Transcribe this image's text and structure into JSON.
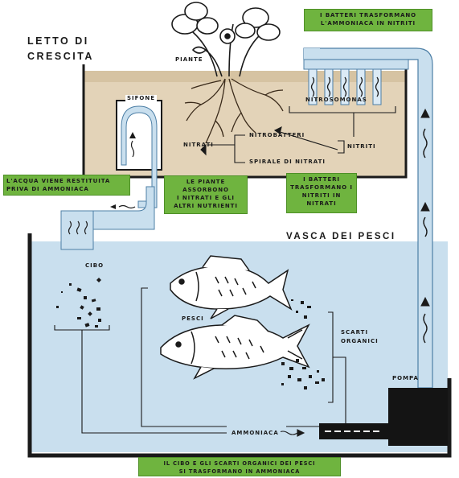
{
  "labels": {
    "grow_bed": "LETTO DI\nCRESCITA",
    "plants": "PIANTE",
    "siphon": "SIFONE",
    "nitrosomonas": "NITROSOMONAS",
    "nitrobacter": "NITROBATTERI",
    "nitrates": "NITRATI",
    "nitrites": "NITRITI",
    "nitrate_spiral": "SPIRALE DI NITRATI",
    "fish_tank": "VASCA DEI PESCI",
    "food": "CIBO",
    "fish": "PESCI",
    "organic_waste": "SCARTI\nORGANICI",
    "pump": "POMPA",
    "ammonia": "AMMONIACA"
  },
  "callouts": {
    "bacteria_nitrites": "I BATTERI TRASFORMANO\nL'AMMONIACA IN NITRITI",
    "water_returned": "L'ACQUA VIENE RESTITUITA\nPRIVA DI AMMONIACA",
    "plants_absorb": "LE PIANTE\nASSORBONO\nI NITRATI E GLI\nALTRI NUTRIENTI",
    "bacteria_nitrates": "I BATTERI\nTRASFORMANO I\nNITRITI IN\nNITRATI",
    "food_waste_ammonia": "IL CIBO E GLI SCARTI ORGANICI DEI PESCI\nSI TRASFORMANO IN AMMONIACA"
  },
  "colors": {
    "water": "#c9dfee",
    "water_light": "#dbeaf5",
    "soil": "#e3d3b8",
    "callout_green": "#6fb43f",
    "outline": "#1a1a1a"
  }
}
